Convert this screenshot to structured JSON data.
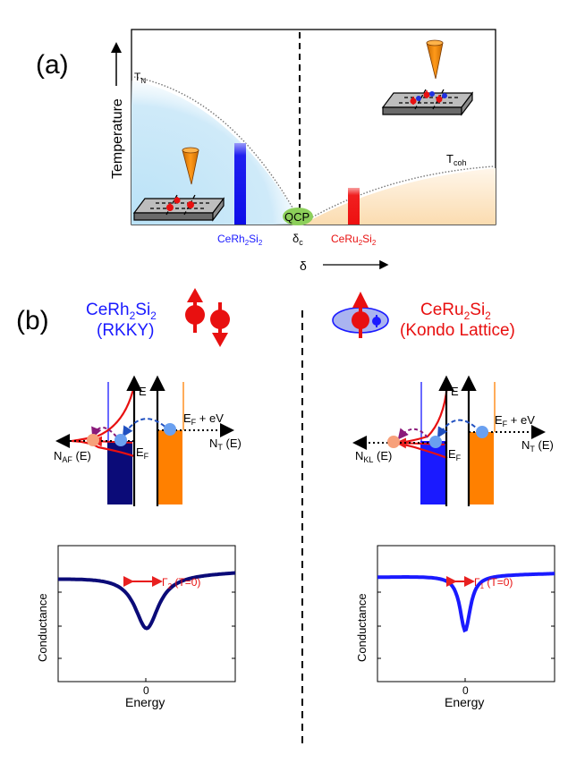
{
  "panel_a": {
    "label": "(a)",
    "y_axis": "Temperature",
    "x_axis": "δ",
    "tn_main": "T",
    "tn_sub": "N",
    "tcoh_main": "T",
    "tcoh_sub": "coh",
    "qcp": "QCP",
    "delta_c_main": "δ",
    "delta_c_sub": "c",
    "left_compound": {
      "a": "CeRh",
      "b": "2",
      "c": "Si",
      "d": "2"
    },
    "right_compound": {
      "a": "CeRu",
      "b": "2",
      "c": "Si",
      "d": "2"
    }
  },
  "panel_b": {
    "label": "(b)",
    "left": {
      "title_a": "CeRh",
      "title_b": "2",
      "title_c": "Si",
      "title_d": "2",
      "subtitle": "(RKKY)",
      "e_label": "E",
      "ef_main": "E",
      "ef_sub": "F",
      "efev_main": "E",
      "efev_sub": "F",
      "efev_tail": " + eV",
      "n_left_main": "N",
      "n_left_sub": "AF",
      "n_left_tail": " (E)",
      "n_right_main": "N",
      "n_right_sub": "T",
      "n_right_tail": " (E)",
      "ylabel": "Conductance",
      "xlabel": "Energy",
      "zero": "0",
      "gamma_main": "Γ",
      "gamma_sub": "2",
      "gamma_tail": " (T=0)"
    },
    "right": {
      "title_a": "CeRu",
      "title_b": "2",
      "title_c": "Si",
      "title_d": "2",
      "subtitle": "(Kondo Lattice)",
      "e_label": "E",
      "ef_main": "E",
      "ef_sub": "F",
      "efev_main": "E",
      "efev_sub": "F",
      "efev_tail": " + eV",
      "n_left_main": "N",
      "n_left_sub": "KL",
      "n_left_tail": " (E)",
      "n_right_main": "N",
      "n_right_sub": "T",
      "n_right_tail": " (E)",
      "ylabel": "Conductance",
      "xlabel": "Energy",
      "zero": "0",
      "gamma_main": "Γ",
      "gamma_sub": "1",
      "gamma_tail": " (T=0)"
    }
  },
  "colors": {
    "blue": "#1a1aff",
    "red": "#ff1a1a",
    "navy": "#0b0b78",
    "orange": "#ff8000",
    "green": "#8ccf5a",
    "purple": "#8a1a7a"
  }
}
